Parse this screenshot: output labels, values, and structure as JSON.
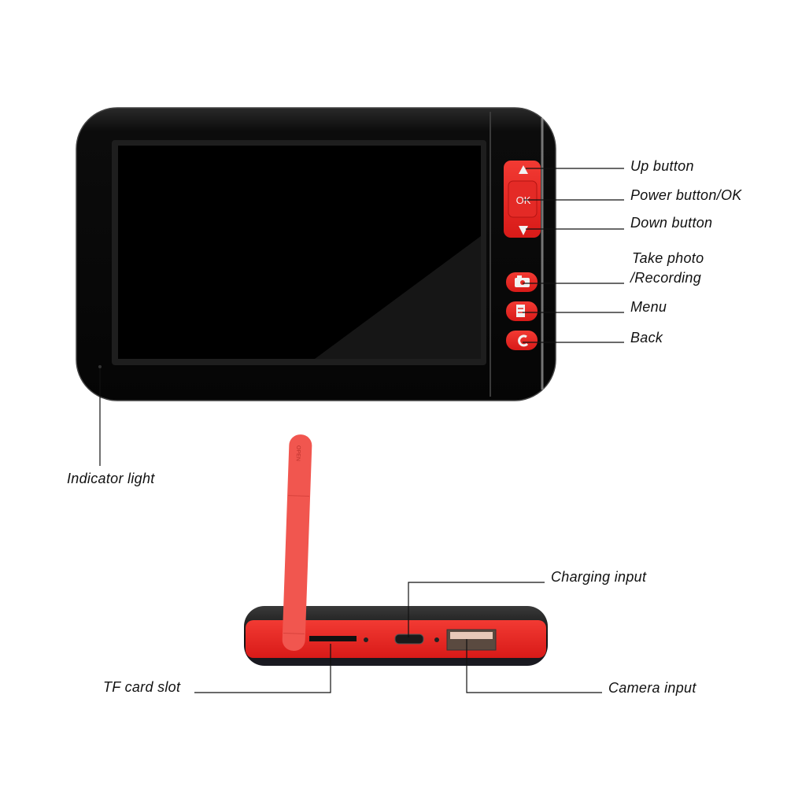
{
  "device_top": {
    "ok_button_text": "OK",
    "colors": {
      "body": "#0d0d0d",
      "accent_red": "#e8201e",
      "antenna": "#f1564f"
    }
  },
  "antenna_text": "OPEN",
  "callouts": {
    "up": "Up button",
    "power_ok": "Power button/OK",
    "down": "Down button",
    "photo_line1": "Take photo",
    "photo_line2": "/Recording",
    "menu": "Menu",
    "back": "Back",
    "indicator": "Indicator light",
    "charging": "Charging input",
    "tf_card": "TF card slot",
    "camera": "Camera input"
  }
}
